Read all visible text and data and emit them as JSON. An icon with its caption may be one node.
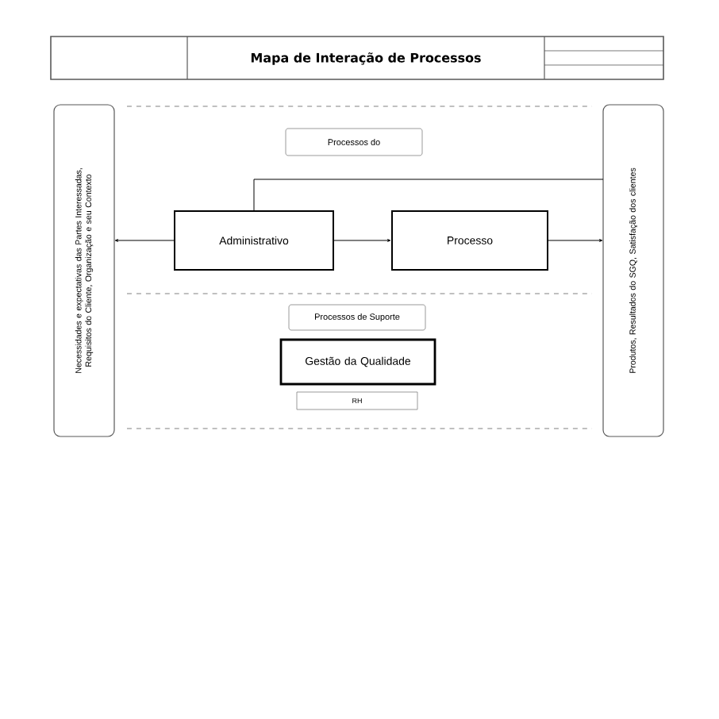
{
  "diagram": {
    "title": "Mapa de Interação de Processos",
    "nodes": [
      {
        "text": [
          "Necessidades e expectativas das Partes Interessadas, Requisitos do Cliente, Organização e seu Contexto"
        ]
      },
      {
        "text": [
          "Processos do"
        ]
      },
      {
        "text": [
          "Administrativo"
        ]
      },
      {
        "text": [
          "Processo"
        ]
      },
      {
        "text": [
          "Produtos, Resultados do SGQ, Satisfação dos clientes"
        ]
      },
      {
        "text": [
          "Processos de Suporte"
        ]
      },
      {
        "text": [
          "Gestão da Qualidade"
        ]
      },
      {
        "text": [
          "RH"
        ]
      }
    ],
    "edges": [
      {
        "from": 2,
        "to": 0,
        "arrow": "to"
      },
      {
        "from": 2,
        "to": 3,
        "arrow": "to"
      },
      {
        "from": 3,
        "to": 4,
        "arrow": "to"
      },
      {
        "from": 2,
        "to": 4,
        "arrow": "none"
      }
    ]
  }
}
